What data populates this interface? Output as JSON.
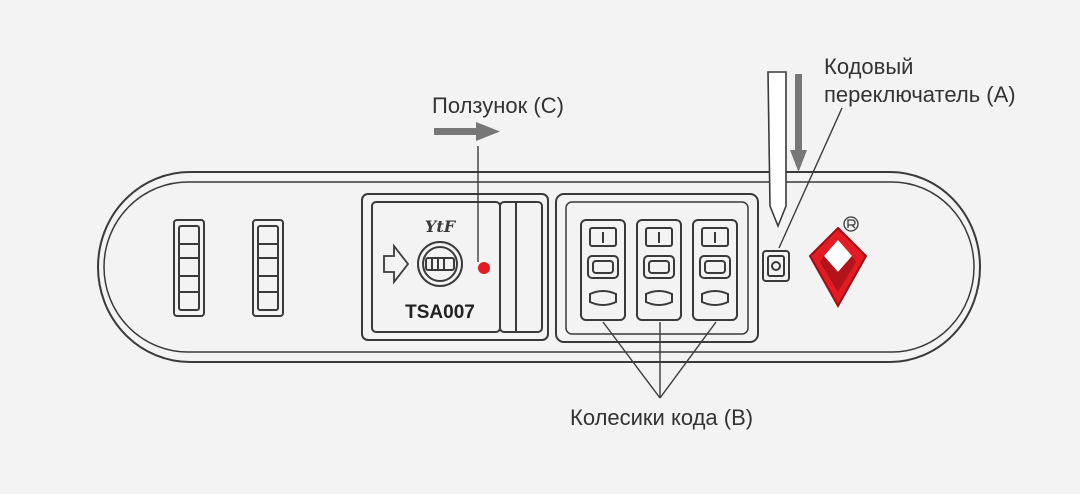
{
  "colors": {
    "background": "#f3f3f3",
    "line": "#3a3a3a",
    "accent_red": "#e31b23",
    "arrow_gray": "#777777"
  },
  "labels": {
    "code_switch_line1": "Кодовый",
    "code_switch_line2": "переключатель (A)",
    "slider": "Ползунок (C)",
    "code_wheels": "Колесики кода (B)"
  },
  "lock": {
    "brand": "YtF",
    "model": "TSA007",
    "wheel_count": 3,
    "icons": [
      "arrow-right-icon",
      "key-cylinder-icon",
      "tsa-diamond-logo-icon",
      "registered-trademark-icon"
    ]
  }
}
